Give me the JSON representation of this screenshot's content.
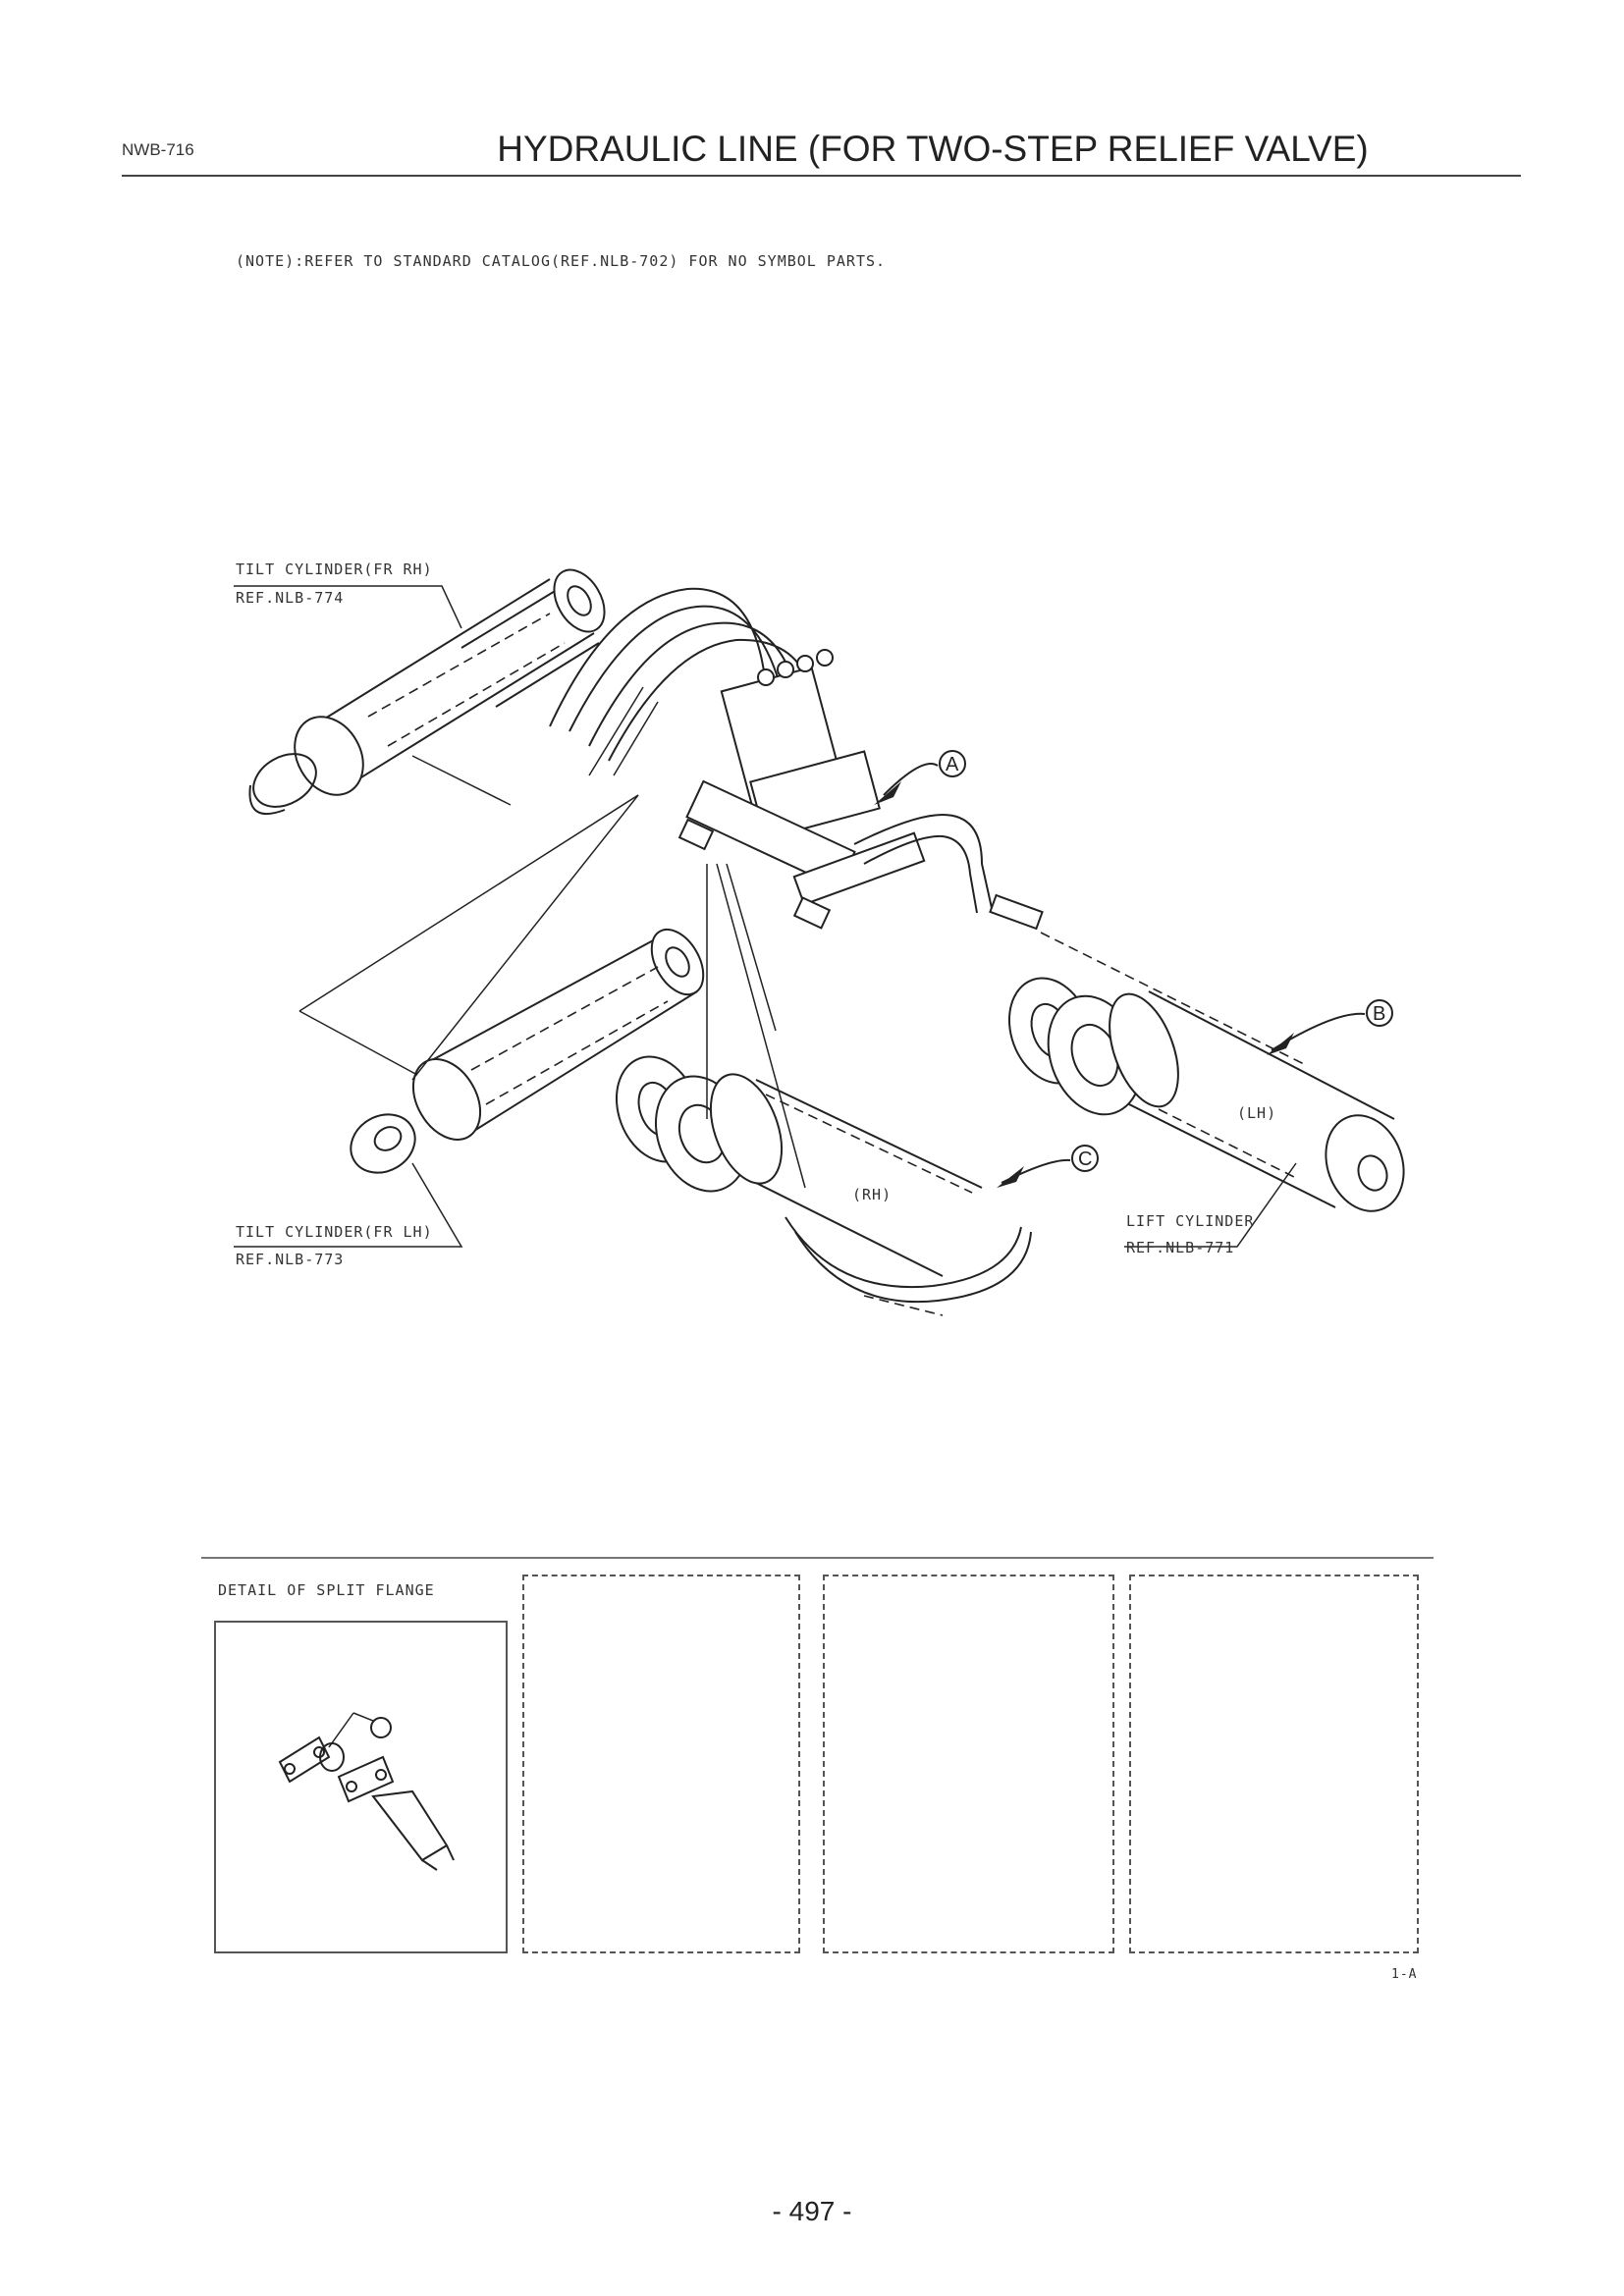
{
  "header": {
    "code": "NWB-716",
    "title": "HYDRAULIC LINE (FOR TWO-STEP RELIEF VALVE)"
  },
  "note": "(NOTE):REFER TO STANDARD CATALOG(REF.NLB-702) FOR NO SYMBOL PARTS.",
  "diagram": {
    "labels": {
      "tilt_rh_name": "TILT CYLINDER(FR RH)",
      "tilt_rh_ref": "REF.NLB-774",
      "tilt_lh_name": "TILT CYLINDER(FR LH)",
      "tilt_lh_ref": "REF.NLB-773",
      "lift_name": "LIFT CYLINDER",
      "lift_ref": "REF.NLB-771",
      "rh": "(RH)",
      "lh": "(LH)"
    },
    "callouts": [
      "A",
      "B",
      "C"
    ]
  },
  "detail": {
    "title": "DETAIL OF SPLIT FLANGE"
  },
  "sheet_code": "1-A",
  "page_number": "- 497 -"
}
